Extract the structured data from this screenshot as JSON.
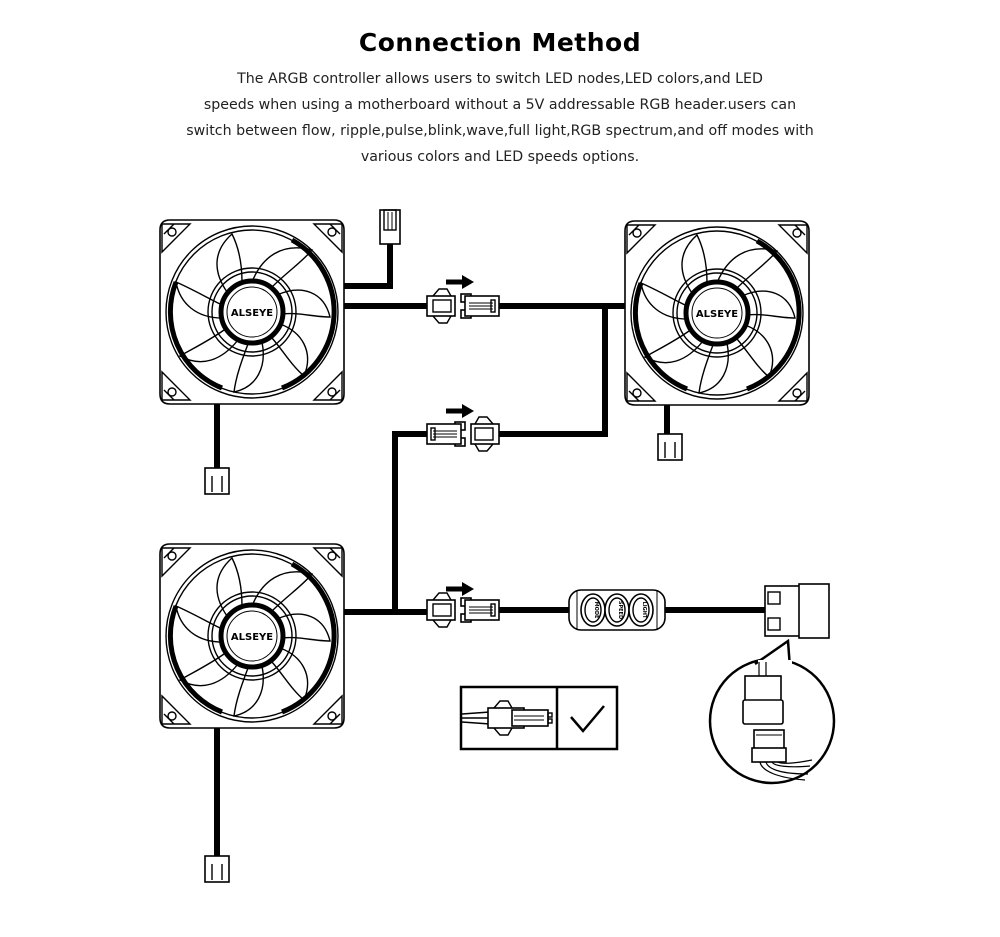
{
  "header": {
    "title": "Connection Method",
    "description_lines": [
      "The ARGB controller allows users to switch LED nodes,LED colors,and LED",
      "speeds when using a motherboard without a 5V addressable RGB header.users can",
      "switch between flow, ripple,pulse,blink,wave,full light,RGB spectrum,and off modes with",
      "various colors and LED speeds options."
    ]
  },
  "fans": [
    {
      "id": "fan-top-left",
      "brand": "ALSEYE"
    },
    {
      "id": "fan-top-right",
      "brand": "ALSEYE"
    },
    {
      "id": "fan-bottom-left",
      "brand": "ALSEYE"
    }
  ],
  "controller": {
    "buttons": [
      "MODE",
      "SPEED",
      "LIGHT"
    ]
  },
  "connectors": {
    "arrow_direction": "right",
    "count": 3
  },
  "legend": {
    "correct_icon": "checkmark-icon"
  },
  "colors": {
    "line": "#000000",
    "background": "#ffffff"
  }
}
